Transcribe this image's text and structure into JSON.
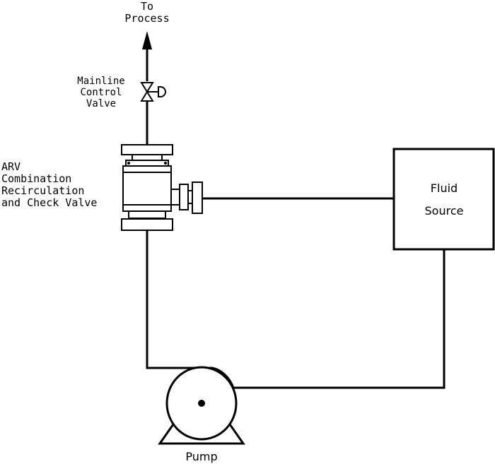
{
  "labels": {
    "to_process": [
      "To",
      "Process"
    ],
    "mainline_valve": [
      "Mainline",
      "Control",
      "Valve"
    ],
    "arv": [
      "ARV",
      "Combination",
      "Recirculation",
      "and Check Valve"
    ],
    "fluid_source": [
      "Fluid",
      "Source"
    ],
    "pump": "Pump"
  }
}
